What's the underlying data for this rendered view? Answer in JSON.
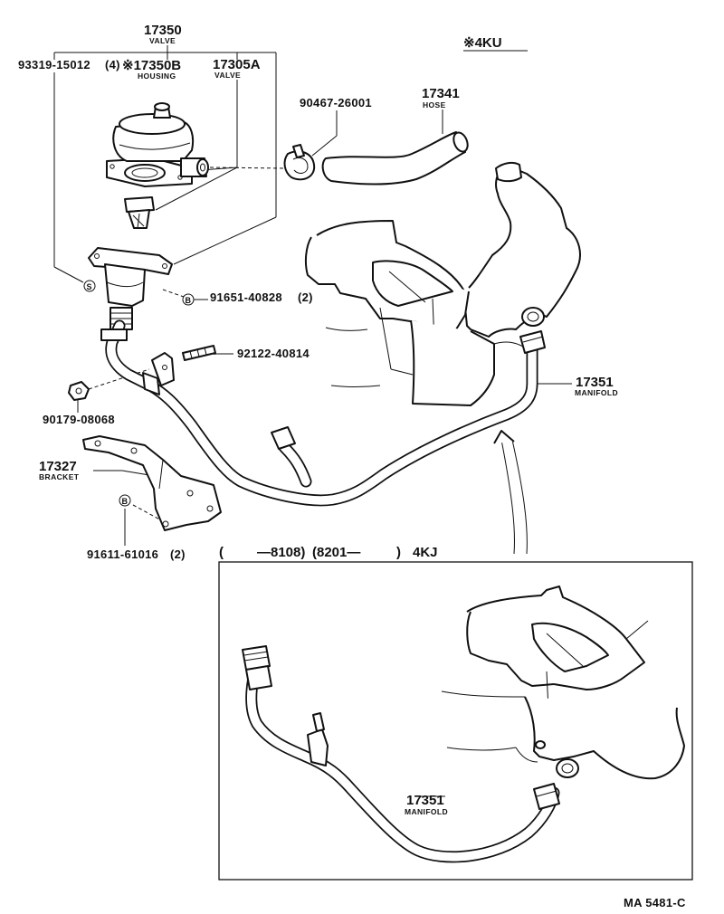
{
  "title_top": "17350",
  "title_top_sub": "VALVE",
  "variant_top": "※4KU",
  "labels": {
    "p93319": "93319-15012",
    "p93319_qty": "(4)",
    "p17350b": "※17350B",
    "p17350b_sub": "HOUSING",
    "p17305a": "17305A",
    "p17305a_sub": "VALVE",
    "p90467": "90467-26001",
    "p17341": "17341",
    "p17341_sub": "HOSE",
    "p91651": "91651-40828",
    "p91651_qty": "(2)",
    "p92122": "92122-40814",
    "p17351": "17351",
    "p17351_sub": "MANIFOLD",
    "p90179": "90179-08068",
    "p17327": "17327",
    "p17327_sub": "BRACKET",
    "p91611": "91611-61016",
    "p91611_qty": "(2)",
    "inset_open": "(",
    "inset_range1": "—8108)",
    "inset_range2": "(8201—",
    "inset_close": ")",
    "inset_variant": "4KJ",
    "inset_17351": "17351",
    "inset_17351_sub": "MANIFOLD",
    "marker_s": "S",
    "marker_b": "B",
    "diagram_code": "MA  5481-C"
  }
}
